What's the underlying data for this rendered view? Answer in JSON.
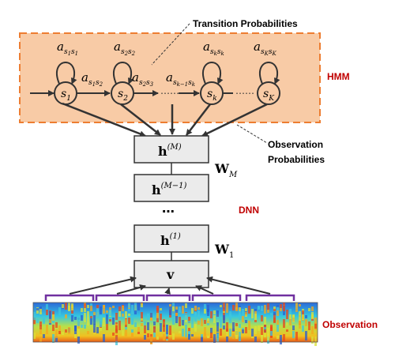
{
  "labels": {
    "transition_probabilities": "Transition Probabilities",
    "observation_probabilities_line1": "Observation",
    "observation_probabilities_line2": "Probabilities",
    "hmm": "HMM",
    "dnn": "DNN",
    "observation": "Observation"
  },
  "states": {
    "s1": {
      "base": "s",
      "sub": "1"
    },
    "s2": {
      "base": "s",
      "sub": "2"
    },
    "sk": {
      "base": "s",
      "sub": "k"
    },
    "sK": {
      "base": "s",
      "sub": "K"
    }
  },
  "transitions": {
    "a11": {
      "base": "a",
      "sub": "s",
      "subsub": "1",
      "sub2": "s",
      "sub2sub": "1"
    },
    "a22": {
      "base": "a",
      "sub": "s",
      "subsub": "2",
      "sub2": "s",
      "sub2sub": "2"
    },
    "akk": {
      "base": "a",
      "sub": "s",
      "subsub": "k",
      "sub2": "s",
      "sub2sub": "k"
    },
    "aKK": {
      "base": "a",
      "sub": "s",
      "subsub": "K",
      "sub2": "s",
      "sub2sub": "K"
    },
    "a12": {
      "base": "a",
      "sub": "s",
      "subsub": "1",
      "sub2": "s",
      "sub2sub": "2"
    },
    "a23": {
      "base": "a",
      "sub": "s",
      "subsub": "2",
      "sub2": "s",
      "sub2sub": "3"
    },
    "ak1k": {
      "base": "a",
      "sub": "s",
      "subsub": "k−1",
      "sub2": "s",
      "sub2sub": "k"
    }
  },
  "layers": {
    "hM": {
      "base": "h",
      "sup": "(M)"
    },
    "hM1": {
      "base": "h",
      "sup": "(M−1)"
    },
    "h1": {
      "base": "h",
      "sup": "(1)"
    },
    "v": {
      "base": "v"
    }
  },
  "weights": {
    "WM": {
      "base": "W",
      "sub": "M"
    },
    "W1": {
      "base": "W",
      "sub": "1"
    }
  },
  "ellipses": {
    "hmm_chain_a": "⋯⋯",
    "hmm_chain_b": "⋯⋯",
    "dnn_stack": "⋯"
  },
  "colors": {
    "hmm_fill": "#f8cba6",
    "hmm_border": "#ed7d31",
    "red_label": "#c00000",
    "arrow": "#333333",
    "bracket": "#7030a0"
  }
}
